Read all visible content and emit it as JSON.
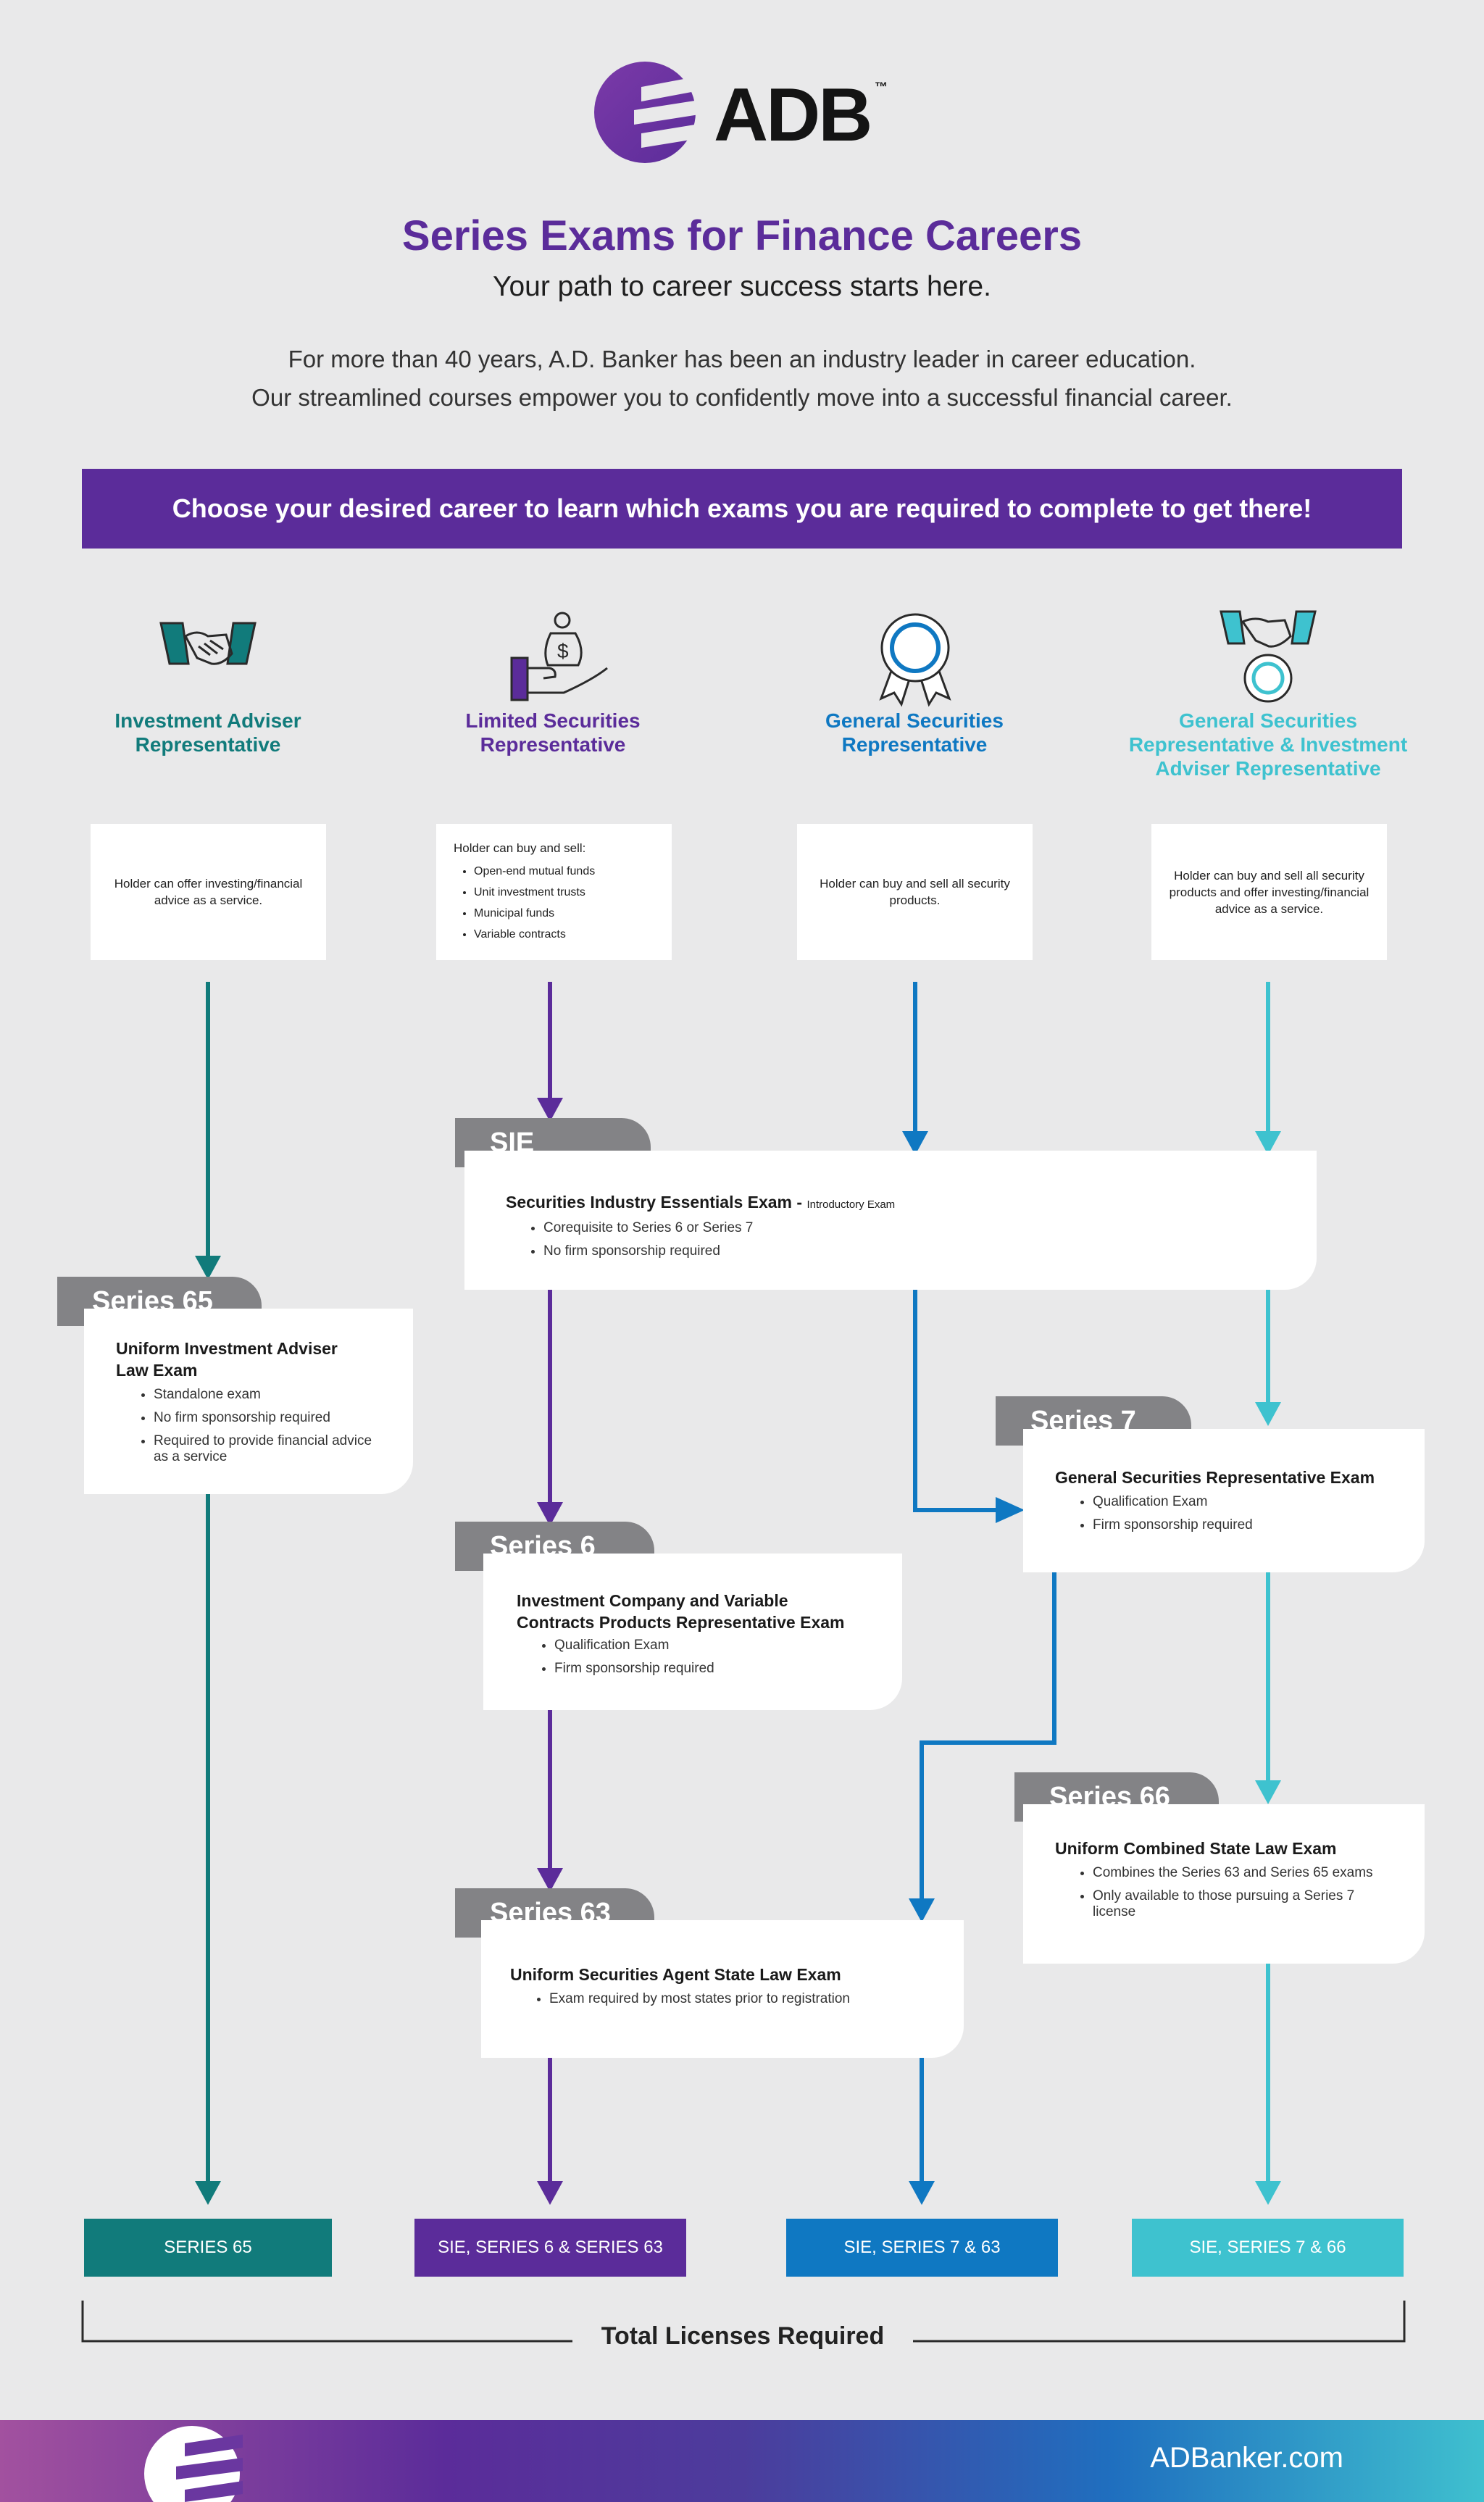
{
  "brand": {
    "name": "ADB",
    "tm": "™",
    "url": "ADBanker.com"
  },
  "header": {
    "title": "Series Exams for Finance Careers",
    "subtitle": "Your path to career success starts here.",
    "intro_line1": "For more than 40 years, A.D. Banker has been an industry leader in career education.",
    "intro_line2": "Our streamlined courses empower you to confidently move into a successful financial career."
  },
  "banner": "Choose your desired career to learn which exams you are required to complete to get there!",
  "colors": {
    "purple": "#5b2c9a",
    "teal": "#117b7b",
    "blue": "#0f78c2",
    "cyan": "#3ec2cf",
    "gray_tab": "#838386"
  },
  "careers": [
    {
      "icon": "handshake-icon",
      "title_line1": "Investment Adviser",
      "title_line2": "Representative",
      "title_line3": "",
      "desc": "Holder can offer investing/financial advice as a service."
    },
    {
      "icon": "money-bag-hand-icon",
      "title_line1": "Limited Securities",
      "title_line2": "Representative",
      "title_line3": "",
      "desc_lead": "Holder can buy and sell:",
      "desc_items": [
        "Open-end mutual funds",
        "Unit investment trusts",
        "Municipal funds",
        "Variable contracts"
      ]
    },
    {
      "icon": "award-ribbon-icon",
      "title_line1": "General Securities",
      "title_line2": "Representative",
      "title_line3": "",
      "desc": "Holder can buy and sell all security products."
    },
    {
      "icon": "handshake-award-icon",
      "title_line1": "General Securities",
      "title_line2": "Representative & Investment",
      "title_line3": "Adviser Representative",
      "desc": "Holder can buy and sell all security products and offer investing/financial advice as a service."
    }
  ],
  "exams": {
    "sie": {
      "tab": "SIE",
      "title": "Securities Industry Essentials Exam -",
      "title_note": "Introductory Exam",
      "items": [
        "Corequisite to Series 6 or Series 7",
        "No firm sponsorship required"
      ]
    },
    "s65": {
      "tab": "Series 65",
      "title_line1": "Uniform Investment Adviser",
      "title_line2": "Law Exam",
      "items": [
        "Standalone exam",
        "No firm sponsorship required",
        "Required to provide financial advice as a service"
      ]
    },
    "s7": {
      "tab": "Series 7",
      "title": "General Securities Representative Exam",
      "items": [
        "Qualification Exam",
        "Firm sponsorship required"
      ]
    },
    "s6": {
      "tab": "Series 6",
      "title_line1": "Investment Company and Variable",
      "title_line2": "Contracts Products Representative Exam",
      "items": [
        "Qualification Exam",
        "Firm sponsorship required"
      ]
    },
    "s66": {
      "tab": "Series 66",
      "title": "Uniform Combined State Law Exam",
      "items": [
        "Combines the Series 63 and Series 65 exams",
        "Only available to those pursuing a Series 7 license"
      ]
    },
    "s63": {
      "tab": "Series 63",
      "title": "Uniform Securities Agent State Law Exam",
      "items": [
        "Exam required by most states prior to registration"
      ]
    }
  },
  "results": [
    "SERIES 65",
    "SIE, SERIES 6 & SERIES 63",
    "SIE, SERIES 7 & 63",
    "SIE, SERIES 7 & 66"
  ],
  "total_label": "Total Licenses Required"
}
